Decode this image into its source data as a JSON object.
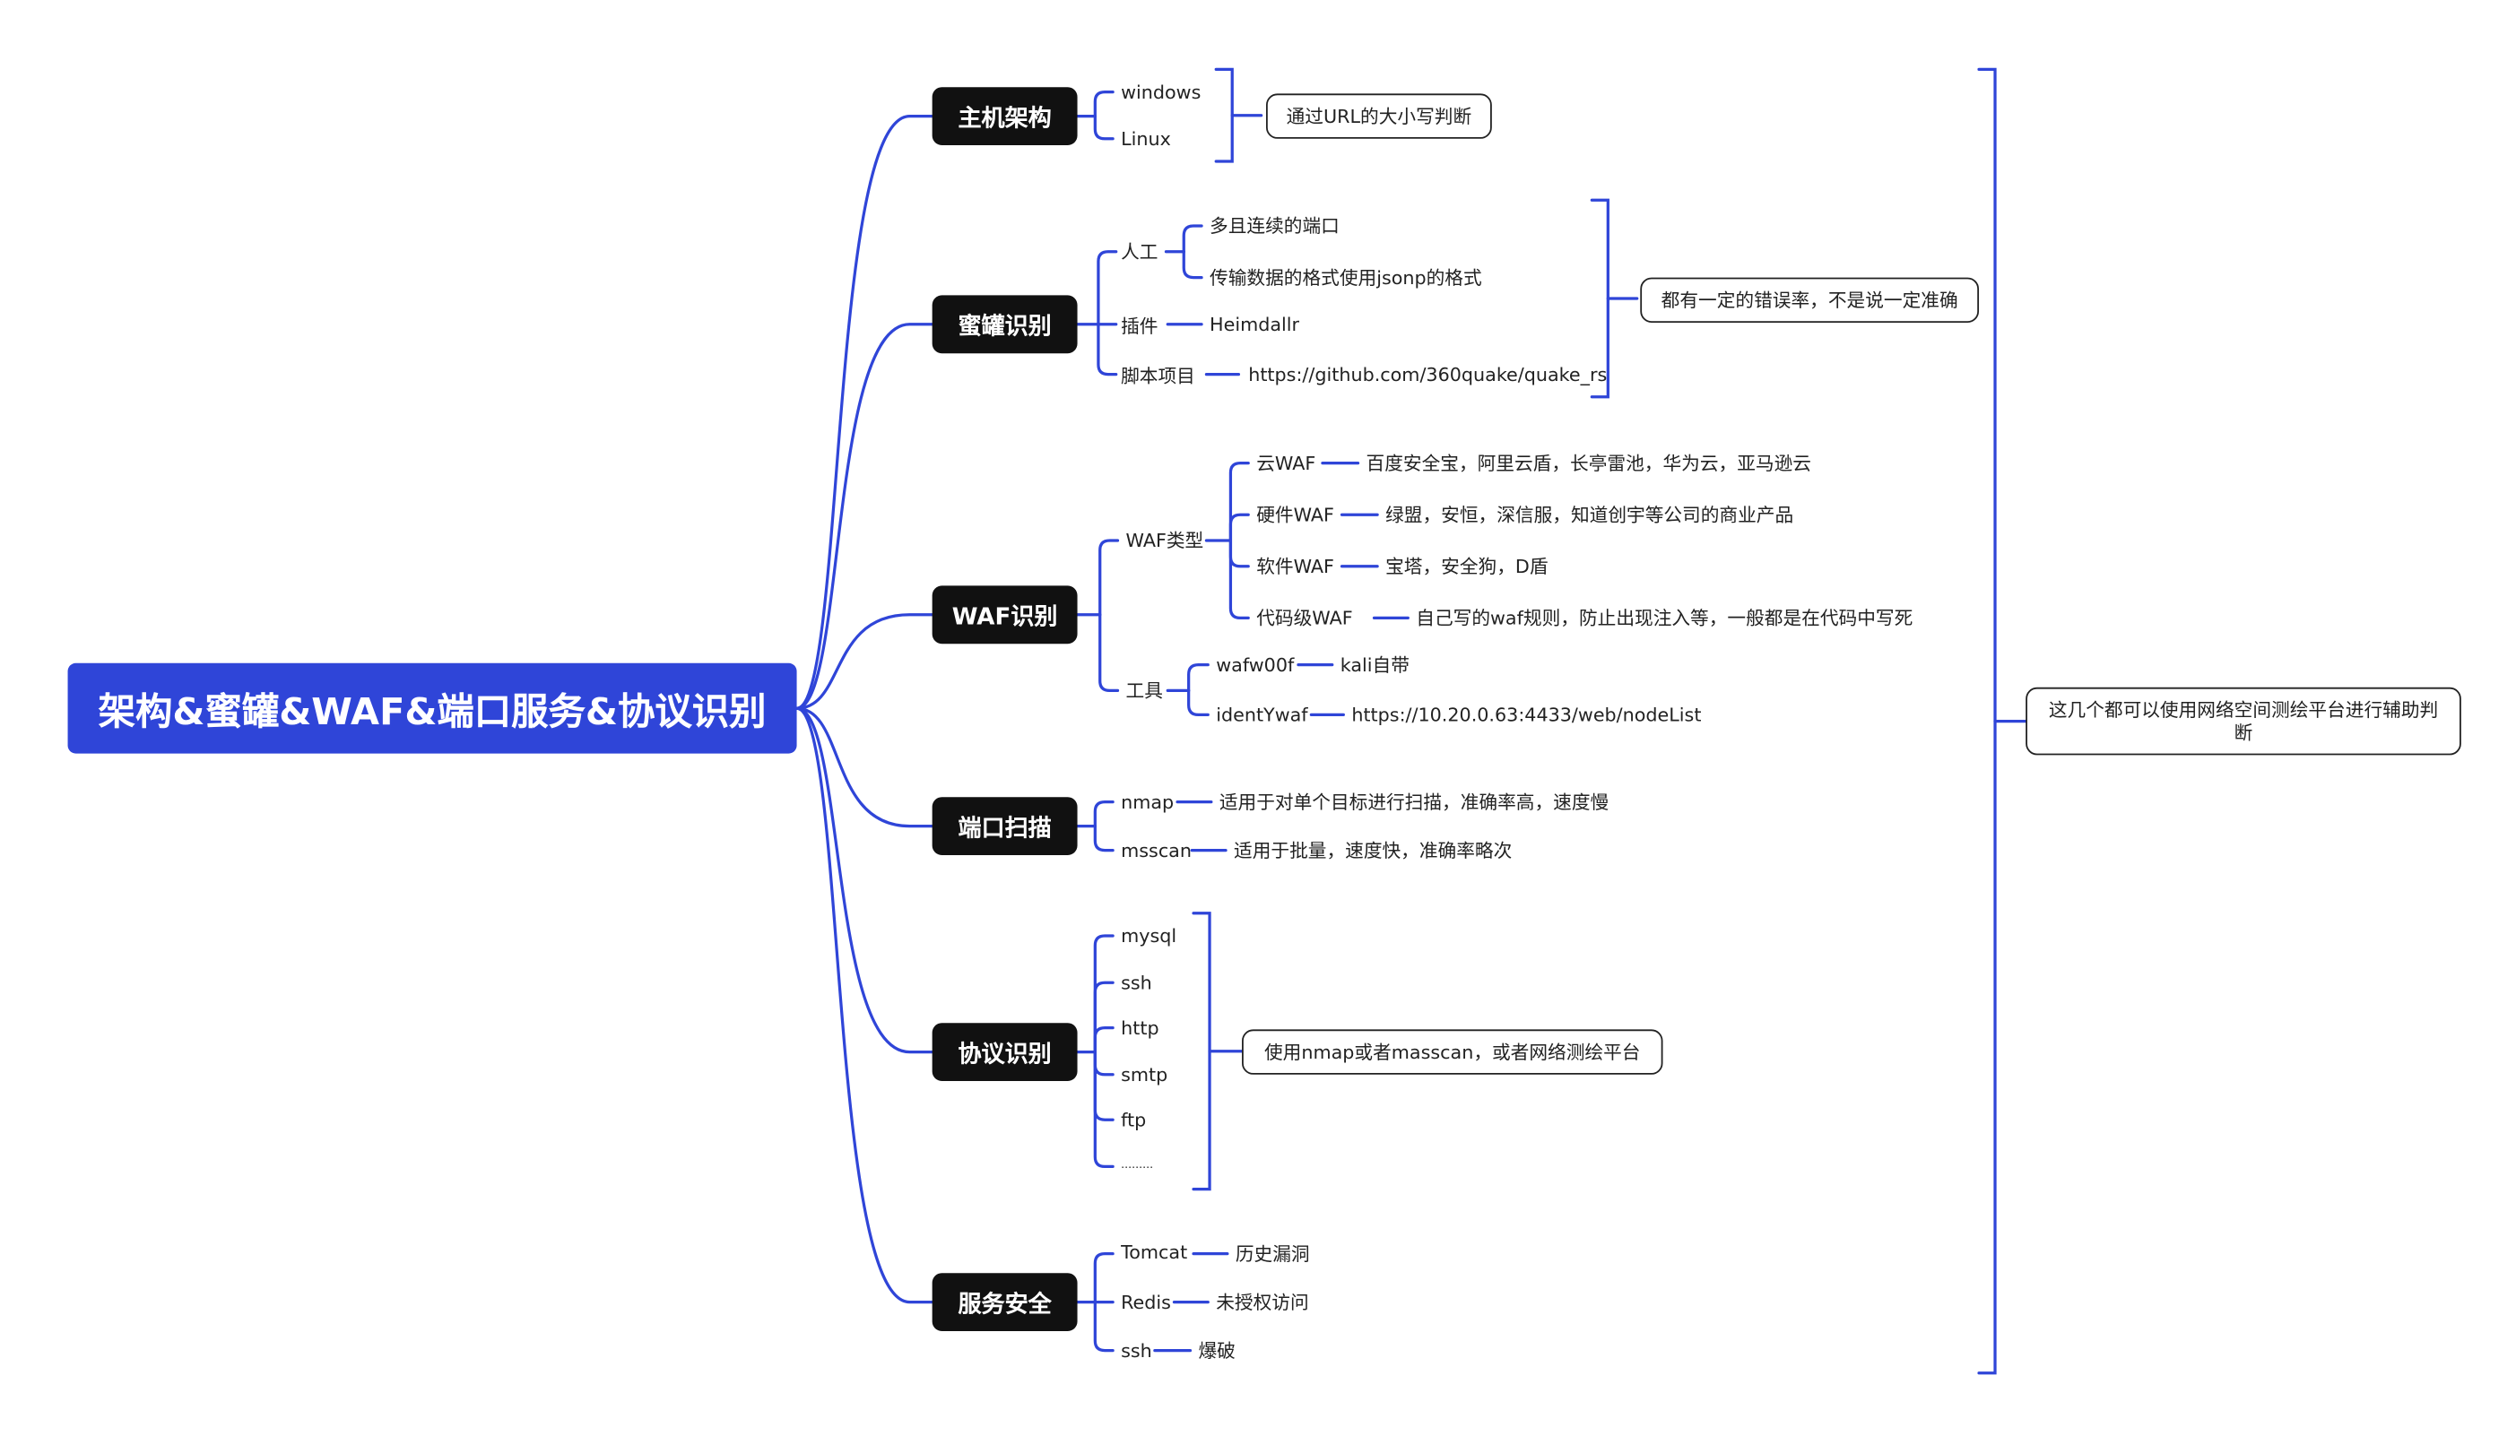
{
  "root": "架构&蜜罐&WAF&端口服务&协议识别",
  "colors": {
    "accent": "#2f45d8",
    "line": "#2f45d8",
    "branch_bg": "#111111"
  },
  "branches": [
    {
      "label": "主机架构",
      "items": [
        "windows",
        "Linux"
      ],
      "note": "通过URL的大小写判断"
    },
    {
      "label": "蜜罐识别",
      "manual": {
        "label": "人工",
        "items": [
          "多且连续的端口",
          "传输数据的格式使用jsonp的格式"
        ]
      },
      "plugin": {
        "label": "插件",
        "value": "Heimdallr"
      },
      "script": {
        "label": "脚本项目",
        "value": "https://github.com/360quake/quake_rs"
      },
      "note": "都有一定的错误率，不是说一定准确"
    },
    {
      "label": "WAF识别",
      "types": {
        "label": "WAF类型",
        "items": [
          {
            "name": "云WAF",
            "value": "百度安全宝，阿里云盾，长亭雷池，华为云，亚马逊云"
          },
          {
            "name": "硬件WAF",
            "value": "绿盟，安恒，深信服，知道创宇等公司的商业产品"
          },
          {
            "name": "软件WAF",
            "value": "宝塔，安全狗，D盾"
          },
          {
            "name": "代码级WAF",
            "value": "自己写的waf规则，防止出现注入等，一般都是在代码中写死"
          }
        ]
      },
      "tools": {
        "label": "工具",
        "items": [
          {
            "name": "wafw00f",
            "value": "kali自带"
          },
          {
            "name": "identYwaf",
            "value": "https://10.20.0.63:4433/web/nodeList"
          }
        ]
      }
    },
    {
      "label": "端口扫描",
      "items": [
        {
          "name": "nmap",
          "value": "适用于对单个目标进行扫描，准确率高，速度慢"
        },
        {
          "name": "msscan",
          "value": "适用于批量，速度快，准确率略次"
        }
      ]
    },
    {
      "label": "协议识别",
      "items": [
        "mysql",
        "ssh",
        "http",
        "smtp",
        "ftp",
        "........."
      ],
      "note": "使用nmap或者masscan，或者网络测绘平台"
    },
    {
      "label": "服务安全",
      "items": [
        {
          "name": "Tomcat",
          "value": "历史漏洞"
        },
        {
          "name": "Redis",
          "value": "未授权访问"
        },
        {
          "name": "ssh",
          "value": "爆破"
        }
      ]
    }
  ],
  "summary_note": "这几个都可以使用网络空间测绘平台进行辅助判断"
}
